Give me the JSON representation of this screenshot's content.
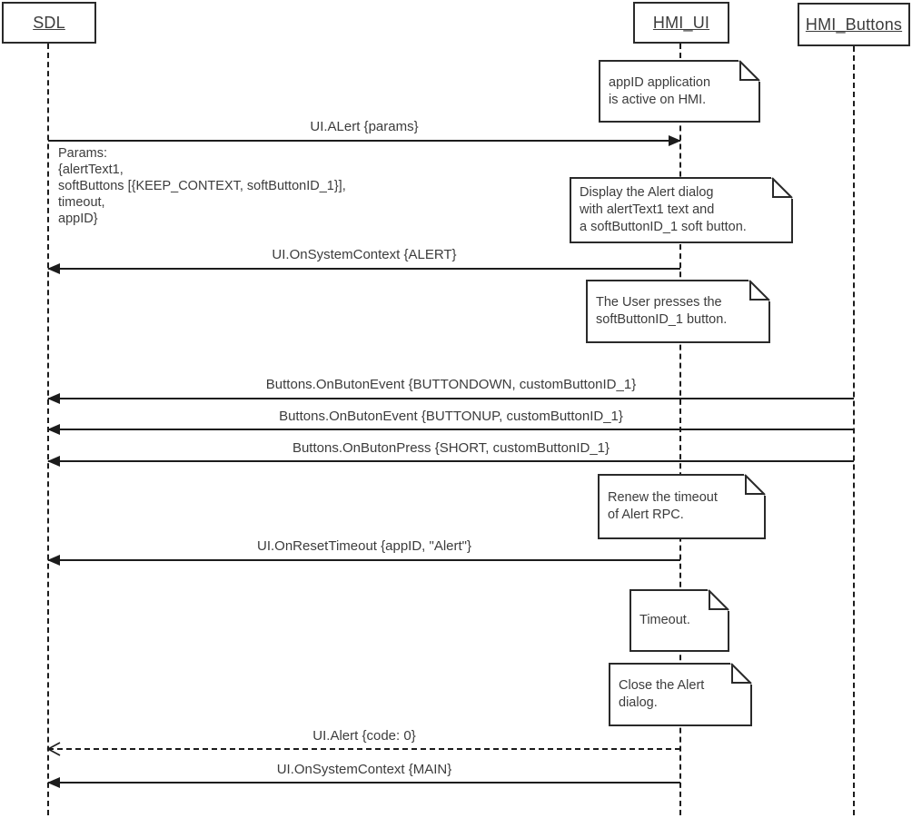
{
  "diagram": {
    "kind": "uml-sequence-diagram",
    "colors": {
      "line": "#1c1c1c",
      "background": "#ffffff",
      "text": "#3c3c3c"
    },
    "actors": [
      {
        "id": "sdl",
        "label": "SDL"
      },
      {
        "id": "hmi_ui",
        "label": "HMI_UI"
      },
      {
        "id": "hmi_buttons",
        "label": "HMI_Buttons"
      }
    ],
    "params_block": "Params:\n{alertText1,\nsoftButtons [{KEEP_CONTEXT, softButtonID_1}],\ntimeout,\nappID}",
    "notes": [
      {
        "text": "appID application\nis active on HMI."
      },
      {
        "text": "Display the Alert dialog\nwith alertText1 text and\na softButtonID_1 soft button."
      },
      {
        "text": "The User presses the\nsoftButtonID_1 button."
      },
      {
        "text": "Renew the timeout\nof Alert RPC."
      },
      {
        "text": "Timeout."
      },
      {
        "text": "Close the Alert\ndialog."
      }
    ],
    "messages": [
      {
        "label": "UI.ALert {params}",
        "from": "SDL",
        "to": "HMI_UI",
        "style": "solid"
      },
      {
        "label": "UI.OnSystemContext {ALERT}",
        "from": "HMI_UI",
        "to": "SDL",
        "style": "solid"
      },
      {
        "label": "Buttons.OnButonEvent {BUTTONDOWN, customButtonID_1}",
        "from": "HMI_Buttons",
        "to": "SDL",
        "style": "solid"
      },
      {
        "label": "Buttons.OnButonEvent {BUTTONUP, customButtonID_1}",
        "from": "HMI_Buttons",
        "to": "SDL",
        "style": "solid"
      },
      {
        "label": "Buttons.OnButonPress {SHORT, customButtonID_1}",
        "from": "HMI_Buttons",
        "to": "SDL",
        "style": "solid"
      },
      {
        "label": "UI.OnResetTimeout {appID, \"Alert\"}",
        "from": "HMI_UI",
        "to": "SDL",
        "style": "solid"
      },
      {
        "label": "UI.Alert {code: 0}",
        "from": "HMI_UI",
        "to": "SDL",
        "style": "dashed-return"
      },
      {
        "label": "UI.OnSystemContext {MAIN}",
        "from": "HMI_UI",
        "to": "SDL",
        "style": "solid"
      }
    ]
  }
}
